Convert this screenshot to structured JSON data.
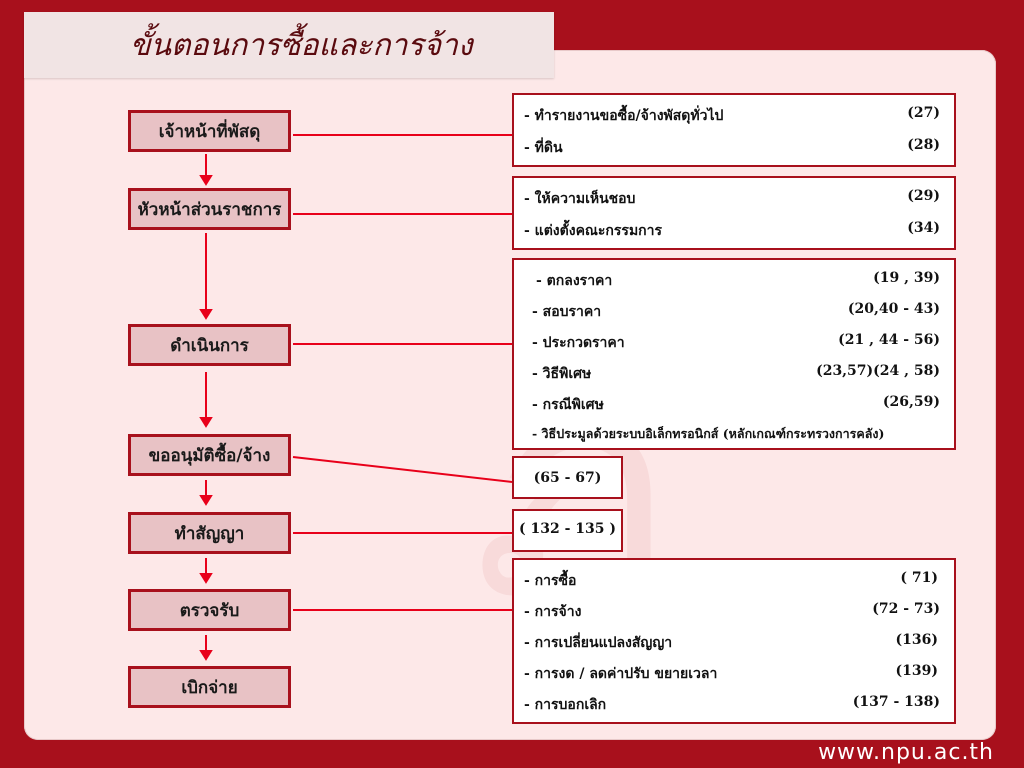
{
  "title": "ขั้นตอนการซื้อและการจ้าง",
  "footer_url": "www.npu.ac.th",
  "steps": [
    "เจ้าหน้าที่พัสดุ",
    "หัวหน้าส่วนราชการ",
    "ดำเนินการ",
    "ขออนุมัติซื้อ/จ้าง",
    "ทำสัญญา",
    "ตรวจรับ",
    "เบิกจ่าย"
  ],
  "boxes": [
    {
      "items": [
        {
          "label": "-  ทำรายงานขอซื้อ/จ้างพัสดุทั่วไป",
          "ref": "(27)"
        },
        {
          "label": "-  ที่ดิน",
          "ref": "(28)"
        }
      ]
    },
    {
      "items": [
        {
          "label": "- ให้ความเห็นชอบ",
          "ref": "(29)"
        },
        {
          "label": "-  แต่งตั้งคณะกรรมการ",
          "ref": "(34)"
        }
      ]
    },
    {
      "items": [
        {
          "label": "-  ตกลงราคา",
          "ref": "(19 , 39)"
        },
        {
          "label": "-  สอบราคา",
          "ref": "(20,40 - 43)"
        },
        {
          "label": "-  ประกวดราคา",
          "ref": "(21 , 44 - 56)"
        },
        {
          "label": "-  วิธีพิเศษ",
          "ref": "(23,57)(24 , 58)"
        },
        {
          "label": "-  กรณีพิเศษ",
          "ref": "(26,59)"
        },
        {
          "label": "-  วิธีประมูลด้วยระบบอิเล็กทรอนิกส์ (หลักเกณฑ์กระทรวงการคลัง)",
          "ref": ""
        }
      ]
    },
    {
      "items": [
        {
          "label": "(65 - 67)",
          "ref": ""
        }
      ]
    },
    {
      "items": [
        {
          "label": "( 132 - 135 )",
          "ref": ""
        }
      ]
    },
    {
      "items": [
        {
          "label": "-  การซื้อ",
          "ref": "( 71)"
        },
        {
          "label": "-  การจ้าง",
          "ref": "(72 - 73)"
        },
        {
          "label": "-  การเปลี่ยนแปลงสัญญา",
          "ref": "(136)"
        },
        {
          "label": "-  การงด / ลดค่าปรับ ขยายเวลา",
          "ref": "(139)"
        },
        {
          "label": "-  การบอกเลิก",
          "ref": "(137 - 138)"
        }
      ]
    }
  ]
}
